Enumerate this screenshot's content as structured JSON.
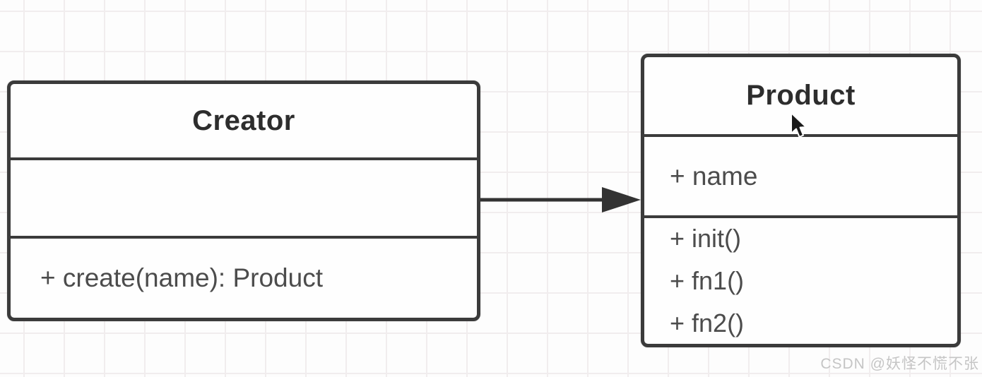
{
  "diagram": {
    "classes": [
      {
        "name": "Creator",
        "attributes": [],
        "methods": [
          "+ create(name): Product"
        ]
      },
      {
        "name": "Product",
        "attributes": [
          "+ name"
        ],
        "methods": [
          "+ init()",
          "+ fn1()",
          "+ fn2()"
        ]
      }
    ],
    "relation": {
      "from": "Creator",
      "to": "Product",
      "style": "solid-line-filled-arrow"
    }
  },
  "icons": {
    "mouse_cursor": "pointer-arrow"
  },
  "colors": {
    "box_border": "#3b3b3b",
    "title_text": "#2d2d2d",
    "member_text": "#4c4c4c",
    "grid_line": "#f1edee",
    "arrow": "#333333",
    "watermark_text": "#c5c5c5",
    "background": "#fdfdfd"
  },
  "watermark": "CSDN @妖怪不慌不张"
}
